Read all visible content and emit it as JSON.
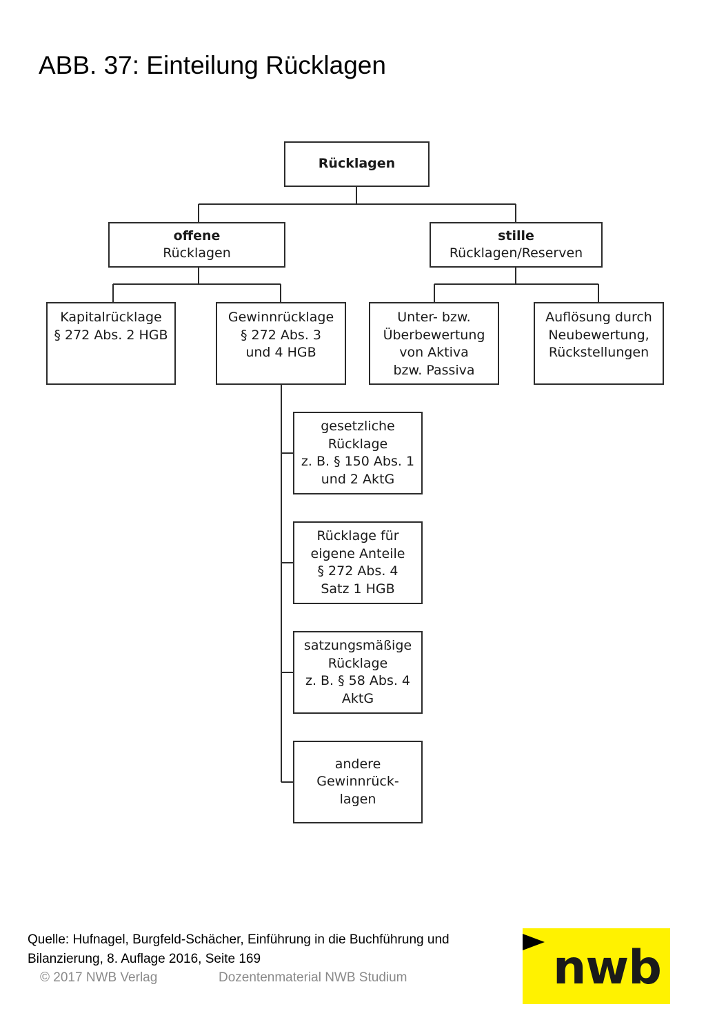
{
  "title": "ABB. 37: Einteilung Rücklagen",
  "nodes": {
    "root": {
      "line1": "Rücklagen"
    },
    "offene": {
      "line1": "offene",
      "line2": "Rücklagen"
    },
    "stille": {
      "line1": "stille",
      "line2": "Rücklagen/Reserven"
    },
    "kapital": {
      "lines": [
        "Kapitalrücklage",
        "§ 272 Abs. 2 HGB"
      ]
    },
    "gewinn": {
      "lines": [
        "Gewinnrücklage",
        "§ 272 Abs. 3",
        "und 4 HGB"
      ]
    },
    "unter": {
      "lines": [
        "Unter- bzw.",
        "Überbewertung",
        "von Aktiva",
        "bzw. Passiva"
      ]
    },
    "aufloesung": {
      "lines": [
        "Auflösung durch",
        "Neubewertung,",
        "Rückstellungen"
      ]
    },
    "gesetzlich": {
      "lines": [
        "gesetzliche",
        "Rücklage",
        "z. B. § 150 Abs. 1",
        "und 2 AktG"
      ]
    },
    "eigene": {
      "lines": [
        "Rücklage für",
        "eigene Anteile",
        "§ 272 Abs. 4",
        "Satz 1 HGB"
      ]
    },
    "satzung": {
      "lines": [
        "satzungsmäßige",
        "Rücklage",
        "z. B. § 58 Abs. 4",
        "AktG"
      ]
    },
    "andere": {
      "lines": [
        "andere",
        "Gewinnrück-",
        "lagen"
      ]
    }
  },
  "source": {
    "line1": "Quelle: Hufnagel, Burgfeld-Schächer, Einführung in die Buchführung und",
    "line2": "Bilanzierung, 8. Auflage 2016, Seite 169"
  },
  "footer": {
    "copyright": "© 2017 NWB Verlag",
    "material": "Dozentenmaterial NWB Studium"
  },
  "logo": {
    "text": "nwb",
    "color": "#fff200"
  }
}
